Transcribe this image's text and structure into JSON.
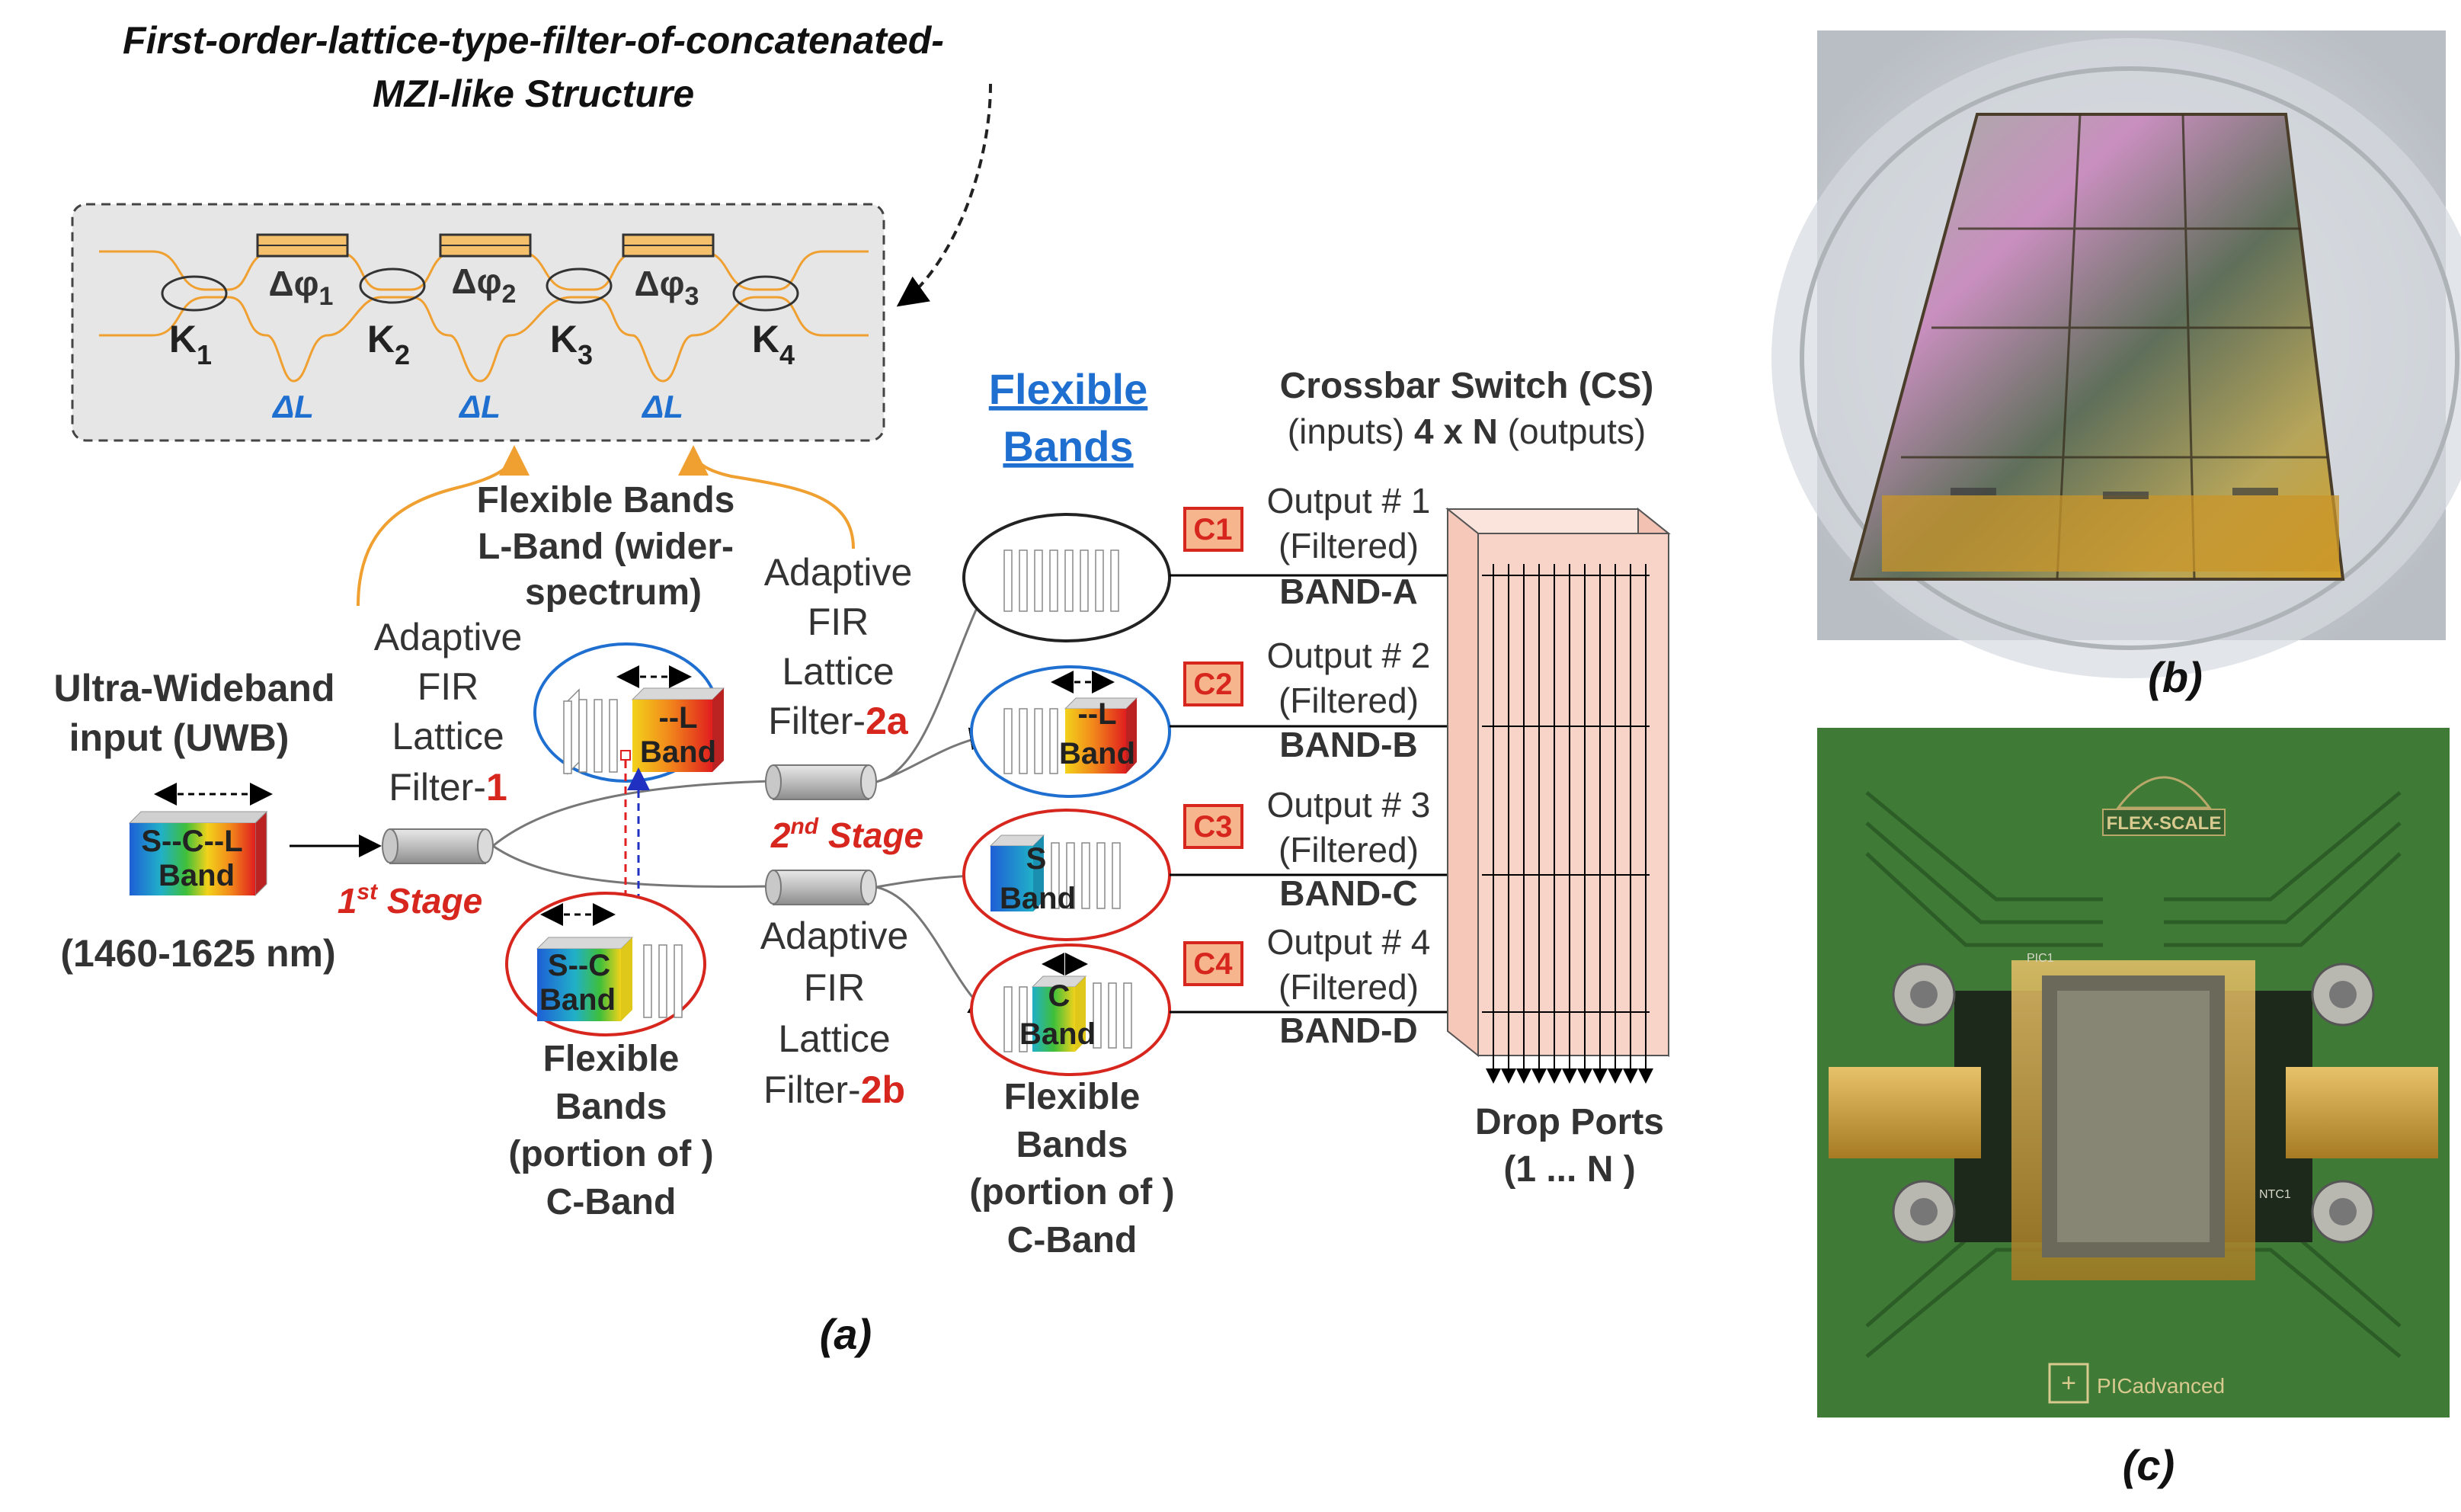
{
  "top_title": {
    "line1": "First-order-lattice-type-filter-of-concatenated-",
    "line2": "MZI-like Structure"
  },
  "mzi": {
    "couplers": [
      {
        "k": "K",
        "sub": "1"
      },
      {
        "k": "K",
        "sub": "2"
      },
      {
        "k": "K",
        "sub": "3"
      },
      {
        "k": "K",
        "sub": "4"
      }
    ],
    "phases": [
      {
        "p": "Δφ",
        "sub": "1"
      },
      {
        "p": "Δφ",
        "sub": "2"
      },
      {
        "p": "Δφ",
        "sub": "3"
      }
    ],
    "delta_l": [
      "ΔL",
      "ΔL",
      "ΔL"
    ]
  },
  "input": {
    "title_line1": "Ultra-Wideband",
    "title_line2": "input (UWB)",
    "band_line1": "S--C--L",
    "band_line2": "Band",
    "range": "(1460-1625 nm)"
  },
  "filter1": {
    "l1": "Adaptive",
    "l2": "FIR",
    "l3": "Lattice",
    "l4a": "Filter-",
    "l4b": "1",
    "stage_main": "1",
    "stage_sup": "st",
    "stage_word": " Stage"
  },
  "filter2a": {
    "l1": "Adaptive",
    "l2": "FIR",
    "l3": "Lattice",
    "l4a": "Filter-",
    "l4b": "2a",
    "stage_main": "2",
    "stage_sup": "nd",
    "stage_word": " Stage"
  },
  "filter2b": {
    "l1": "Adaptive",
    "l2": "FIR",
    "l3": "Lattice",
    "l4a": "Filter-",
    "l4b": "2b"
  },
  "flex_lband": {
    "l1": "Flexible Bands",
    "l2": "L-Band (wider-",
    "l3": "spectrum)",
    "band_l1": "--L",
    "band_l2": "Band"
  },
  "flex_cband_left": {
    "l1": "Flexible",
    "l2": "Bands",
    "l3": "(portion of )",
    "l4": "C-Band",
    "band_l1": "S--C",
    "band_l2": "Band"
  },
  "flex_bands_header": {
    "l1": "Flexible",
    "l2": "Bands"
  },
  "flex_cband_right": {
    "l1": "Flexible",
    "l2": "Bands",
    "l3": "(portion of )",
    "l4": "C-Band"
  },
  "outputs": [
    {
      "tag": "C1",
      "l1": "Output # 1",
      "l2": "(Filtered)",
      "band": "BAND-A",
      "band_l1": "",
      "band_l2": ""
    },
    {
      "tag": "C2",
      "l1": "Output # 2",
      "l2": "(Filtered)",
      "band": "BAND-B",
      "band_l1": "--L",
      "band_l2": "Band"
    },
    {
      "tag": "C3",
      "l1": "Output # 3",
      "l2": "(Filtered)",
      "band": "BAND-C",
      "band_l1": "S",
      "band_l2": "Band"
    },
    {
      "tag": "C4",
      "l1": "Output # 4",
      "l2": "(Filtered)",
      "band": "BAND-D",
      "band_l1": "C",
      "band_l2": "Band"
    }
  ],
  "crossbar": {
    "title": "Crossbar Switch (CS)",
    "sub_a": "(inputs) ",
    "sub_b": "4 x N",
    "sub_c": " (outputs)",
    "drop1": "Drop Ports",
    "drop2": "(1 ... N )"
  },
  "captions": {
    "a": "(a)",
    "b": "(b)",
    "c": "(c)"
  },
  "photo_c": {
    "logo_text": "FLEX-SCALE",
    "brand_text": "PICadvanced",
    "label_pic": "PIC1",
    "label_ntc": "NTC1"
  },
  "colors": {
    "accent_red": "#d7261e",
    "accent_blue": "#1f6fd1",
    "waveguide": "#f0a030",
    "crossbar_fill": "#f8d3c8",
    "pcb_green": "#3f7a36"
  }
}
